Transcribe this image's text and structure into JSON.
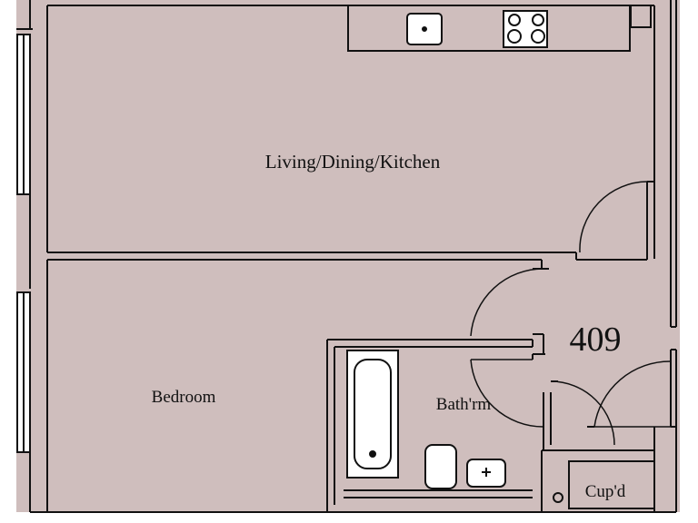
{
  "plan": {
    "unit_number": "409",
    "rooms": {
      "living": "Living/Dining/Kitchen",
      "bedroom": "Bedroom",
      "bathroom": "Bath'rm",
      "cupboard": "Cup'd"
    },
    "colors": {
      "floor": "#cfbebd",
      "wall": "#111111",
      "background": "#ffffff",
      "fixture": "#ffffff"
    }
  }
}
